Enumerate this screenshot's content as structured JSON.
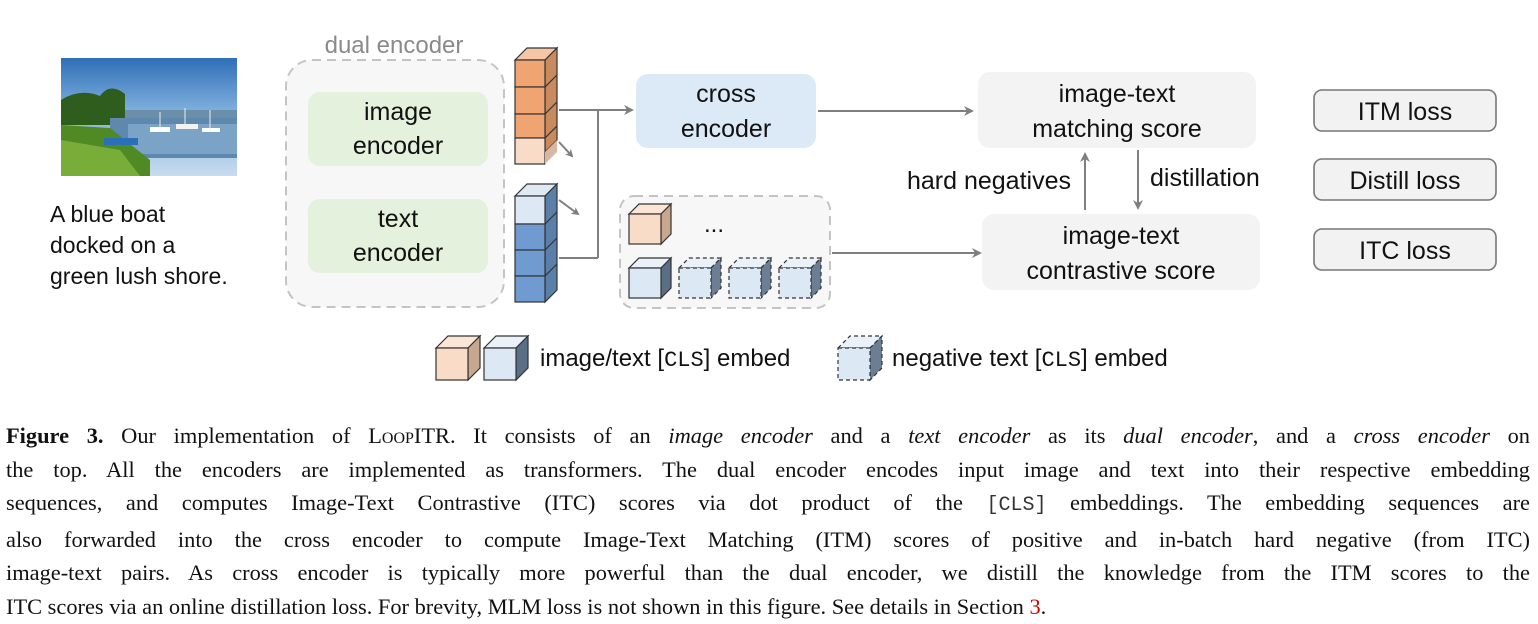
{
  "figure": {
    "dual_encoder_label": "dual encoder",
    "image_encoder": [
      "image",
      "encoder"
    ],
    "text_encoder": [
      "text",
      "encoder"
    ],
    "cross_encoder": [
      "cross",
      "encoder"
    ],
    "itm_score": [
      "image-text",
      "matching score"
    ],
    "itc_score": [
      "image-text",
      "contrastive score"
    ],
    "hard_negatives": "hard negatives",
    "distillation": "distillation",
    "ellipsis": "...",
    "text_input": [
      "A blue boat",
      "docked on a",
      "green lush shore."
    ],
    "losses": [
      "ITM loss",
      "Distill loss",
      "ITC loss"
    ],
    "legend": {
      "cls_pre": "image/text [",
      "cls_code": "CLS",
      "cls_post": "] embed",
      "neg_pre": "negative text [",
      "neg_code": "CLS",
      "neg_post": "] embed"
    },
    "colors": {
      "image_cube": "#f0a472",
      "image_cube_light": "#f9dcc8",
      "text_cube": "#a9c8e6",
      "text_cube_dark": "#6f9bd0",
      "encoder_green": "#e3f1dd",
      "cross_blue": "#dce9f6",
      "score_gray": "#f3f3f3",
      "arrow": "#7f7f7f"
    }
  },
  "caption": {
    "label": "Figure 3.",
    "l1_a": " Our implementation of ",
    "model": "LoopITR",
    "l1_b": ". It consists of an ",
    "l1_c": "image encoder",
    "l1_d": " and a ",
    "l1_e": "text encoder",
    "l1_f": " as its ",
    "l1_g": "dual encoder",
    "l1_h": ", and a ",
    "l1_i": "cross encoder",
    "l1_j": " on",
    "l2": "the top. All the encoders are implemented as transformers. The dual encoder encodes input image and text into their respective embedding",
    "l3_a": "sequences, and computes Image-Text Contrastive (ITC) scores via dot product of the ",
    "l3_code": "[CLS]",
    "l3_b": " embeddings. The embedding sequences are",
    "l4": "also forwarded into the cross encoder to compute Image-Text Matching (ITM) scores of positive and in-batch hard negative (from ITC)",
    "l5": "image-text pairs. As cross encoder is typically more powerful than the dual encoder, we distill the knowledge from the ITM scores to the",
    "l6_a": "ITC scores via an online distillation loss. For brevity, MLM loss is not shown in this figure. See details in Section ",
    "l6_ref": "3",
    "l6_b": "."
  }
}
